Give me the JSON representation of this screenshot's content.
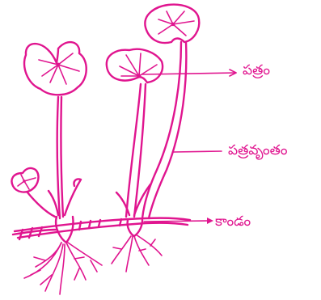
{
  "labels": {
    "leaf": "పత్రం",
    "petiole": "పత్రవృంతం",
    "stem": "కాండం"
  },
  "colors": {
    "ink": "#e0158f",
    "background": "#ffffff"
  }
}
